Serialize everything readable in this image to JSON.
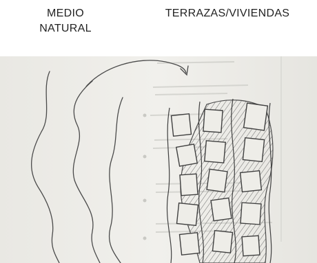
{
  "labels": {
    "natural": [
      "MEDIO",
      "NATURAL"
    ],
    "terraces": "TERRAZAS/VIVIENDAS"
  },
  "colors": {
    "paper": "#ecebe6",
    "pencil": "#4a4a4a",
    "faint_text": "#c7c7c2",
    "text": "#222222"
  }
}
